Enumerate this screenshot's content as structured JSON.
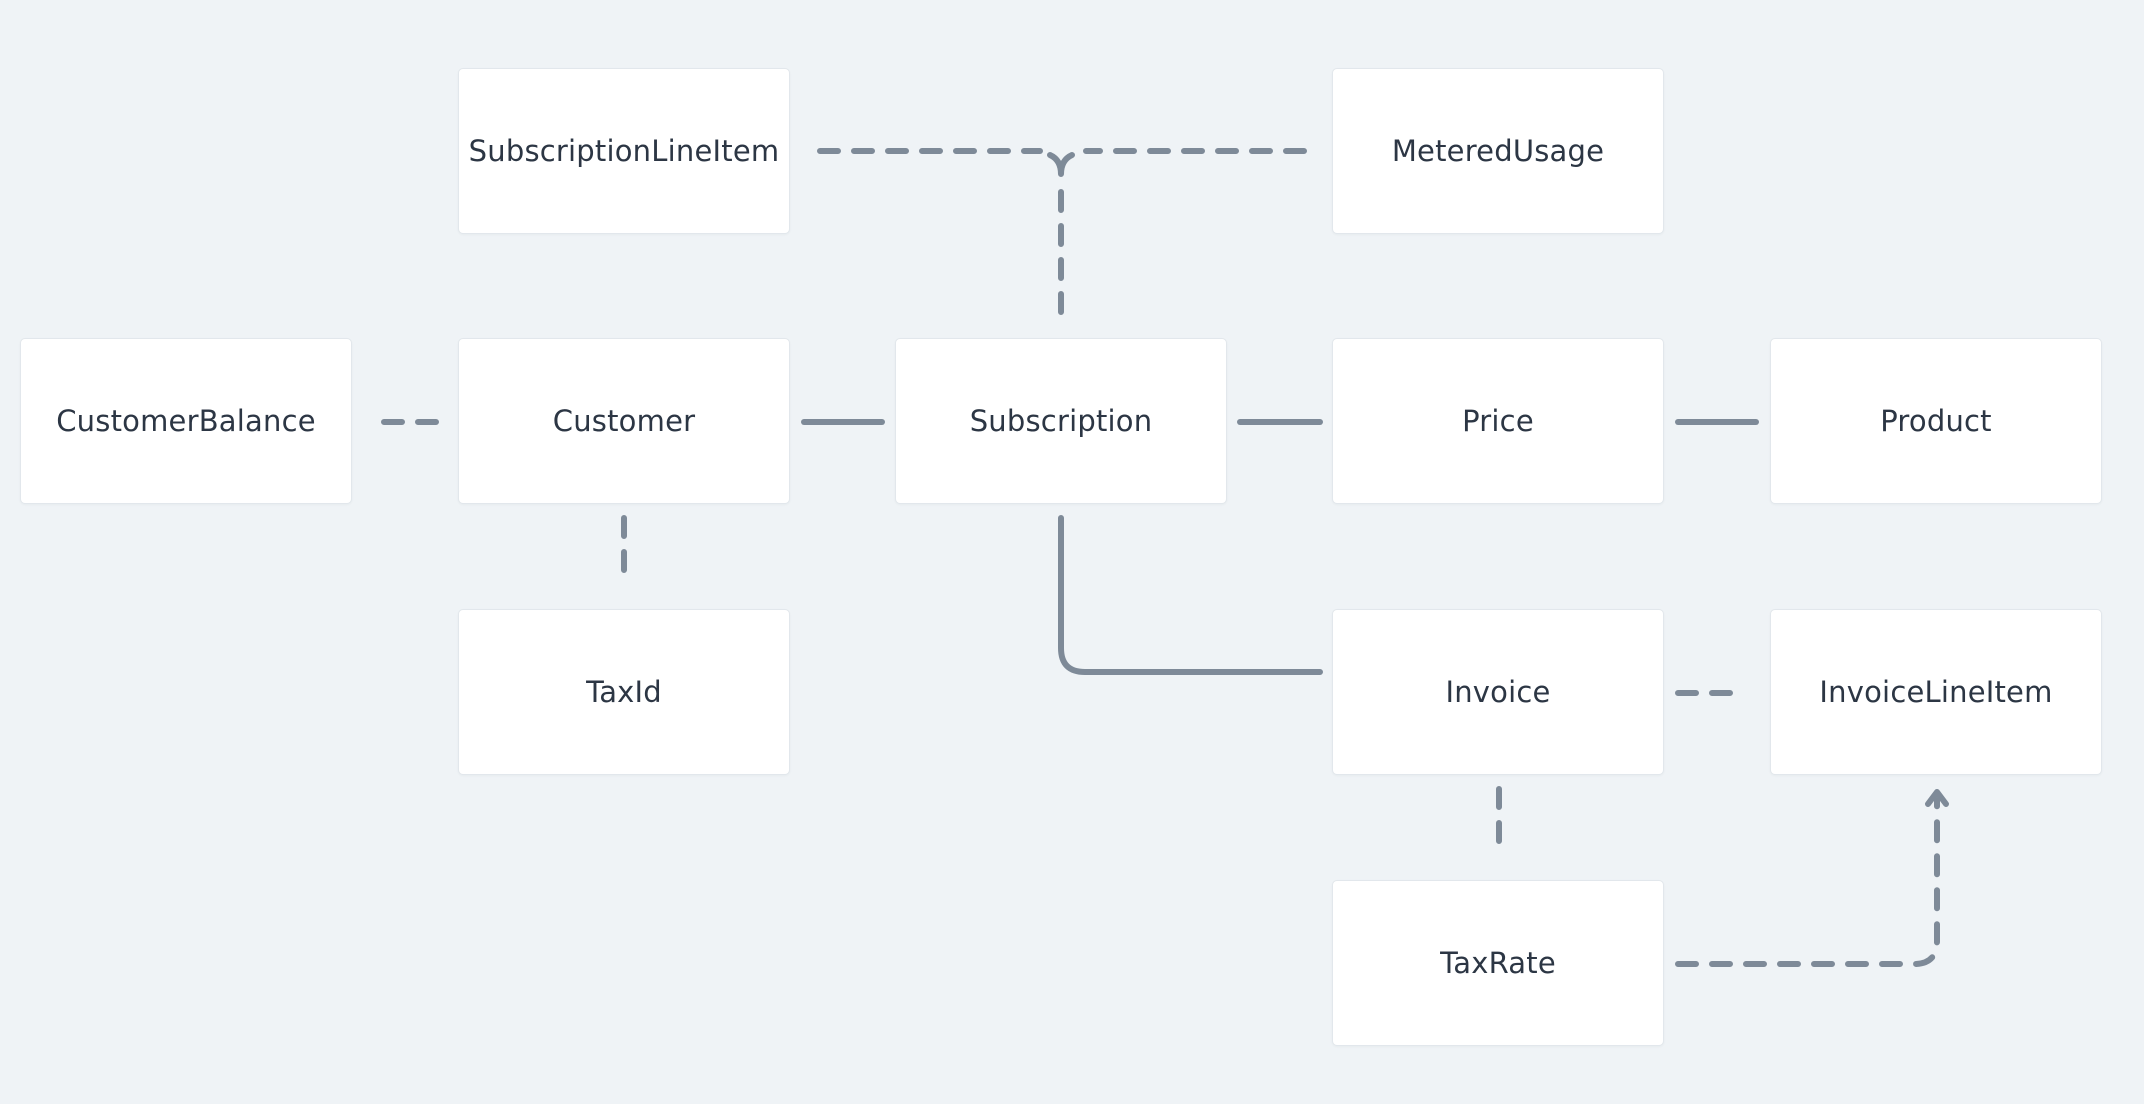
{
  "diagram": {
    "nodes": [
      {
        "id": "subscription_line_item",
        "label": "SubscriptionLineItem"
      },
      {
        "id": "metered_usage",
        "label": "MeteredUsage"
      },
      {
        "id": "customer_balance",
        "label": "CustomerBalance"
      },
      {
        "id": "customer",
        "label": "Customer"
      },
      {
        "id": "subscription",
        "label": "Subscription"
      },
      {
        "id": "price",
        "label": "Price"
      },
      {
        "id": "product",
        "label": "Product"
      },
      {
        "id": "tax_id",
        "label": "TaxId"
      },
      {
        "id": "invoice",
        "label": "Invoice"
      },
      {
        "id": "invoice_line_item",
        "label": "InvoiceLineItem"
      },
      {
        "id": "tax_rate",
        "label": "TaxRate"
      }
    ],
    "edges": [
      {
        "from": "subscription_line_item",
        "to": "subscription",
        "style": "dashed",
        "end": "fork"
      },
      {
        "from": "metered_usage",
        "to": "subscription",
        "style": "dashed",
        "end": "fork"
      },
      {
        "from": "customer_balance",
        "to": "customer",
        "style": "dashed"
      },
      {
        "from": "customer",
        "to": "subscription",
        "style": "solid"
      },
      {
        "from": "subscription",
        "to": "price",
        "style": "solid"
      },
      {
        "from": "price",
        "to": "product",
        "style": "solid"
      },
      {
        "from": "customer",
        "to": "tax_id",
        "style": "dashed"
      },
      {
        "from": "subscription",
        "to": "invoice",
        "style": "solid"
      },
      {
        "from": "invoice",
        "to": "invoice_line_item",
        "style": "dashed"
      },
      {
        "from": "invoice",
        "to": "tax_rate",
        "style": "dashed"
      },
      {
        "from": "tax_rate",
        "to": "invoice_line_item",
        "style": "dashed",
        "end": "arrow"
      }
    ]
  }
}
